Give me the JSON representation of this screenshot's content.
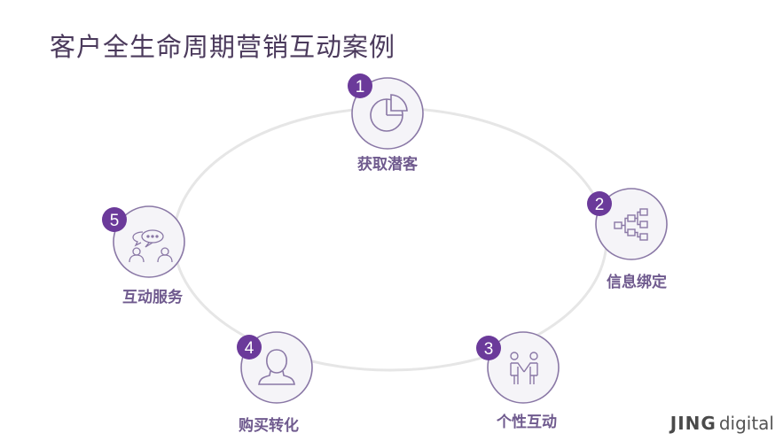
{
  "title": "客户全生命周期营销互动案例",
  "colors": {
    "accent": "#6b3a9a",
    "circle_fill": "#f5f4f8",
    "circle_stroke": "#8a78a6",
    "ellipse": "#e6e6e6",
    "label": "#6f5a8e"
  },
  "steps": [
    {
      "number": "1",
      "label": "获取潜客",
      "icon": "pie-chart-icon"
    },
    {
      "number": "2",
      "label": "信息绑定",
      "icon": "hierarchy-icon"
    },
    {
      "number": "3",
      "label": "个性互动",
      "icon": "handshake-people-icon"
    },
    {
      "number": "4",
      "label": "购买转化",
      "icon": "person-icon"
    },
    {
      "number": "5",
      "label": "互动服务",
      "icon": "chat-people-icon"
    }
  ],
  "logo": {
    "brand": "JING",
    "suffix": "digital"
  }
}
